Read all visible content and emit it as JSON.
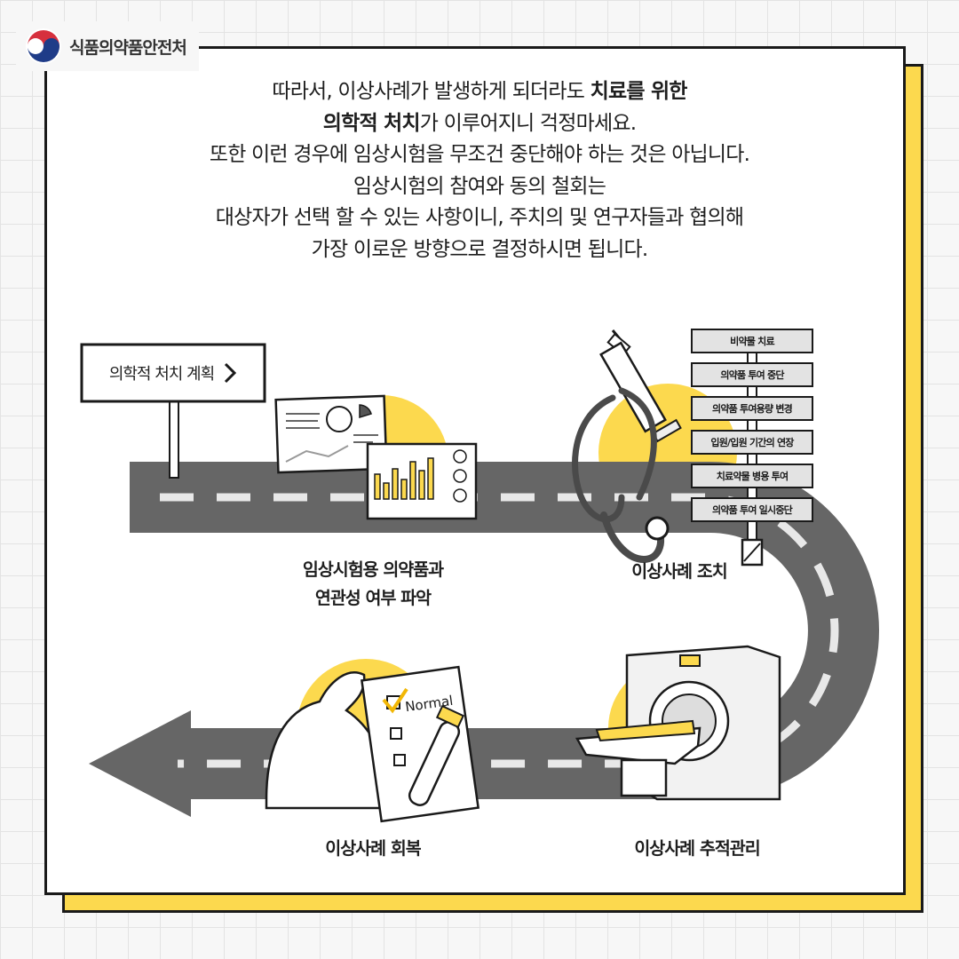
{
  "header": {
    "org_name": "식품의약품안전처"
  },
  "message": {
    "line1_pre": "따라서, 이상사례가 발생하게 되더라도 ",
    "line1_bold": "치료를 위한",
    "line2_bold": "의학적 처치",
    "line2_post": "가 이루어지니 걱정마세요.",
    "line3": "또한 이런 경우에 임상시험을 무조건 중단해야 하는 것은 아닙니다.",
    "line4": "임상시험의 참여와 동의 철회는",
    "line5": "대상자가 선택 할 수 있는 사항이니, 주치의 및 연구자들과 협의해",
    "line6": "가장 이로운 방향으로 결정하시면 됩니다."
  },
  "signpost": {
    "label": "의학적 처치 계획",
    "arrow_icon": "chevron-right-icon"
  },
  "steps": {
    "step1_line1": "임상시험용 의약품과",
    "step1_line2": "연관성 여부 파악",
    "step2": "이상사례 조치",
    "step3": "이상사례 추적관리",
    "step4": "이상사례 회복"
  },
  "treatment_options": [
    "비약물 치료",
    "의약품 투여 중단",
    "의약품 투여용량 변경",
    "입원/입원 기간의 연장",
    "치료약물 병용 투여",
    "의약품 투여 일시중단"
  ],
  "checklist": {
    "checked_label": "Normal"
  },
  "colors": {
    "accent_yellow": "#fcd94e",
    "road_gray": "#666666",
    "outline": "#1a1a1a",
    "background_grid": "#e3e3e3"
  }
}
